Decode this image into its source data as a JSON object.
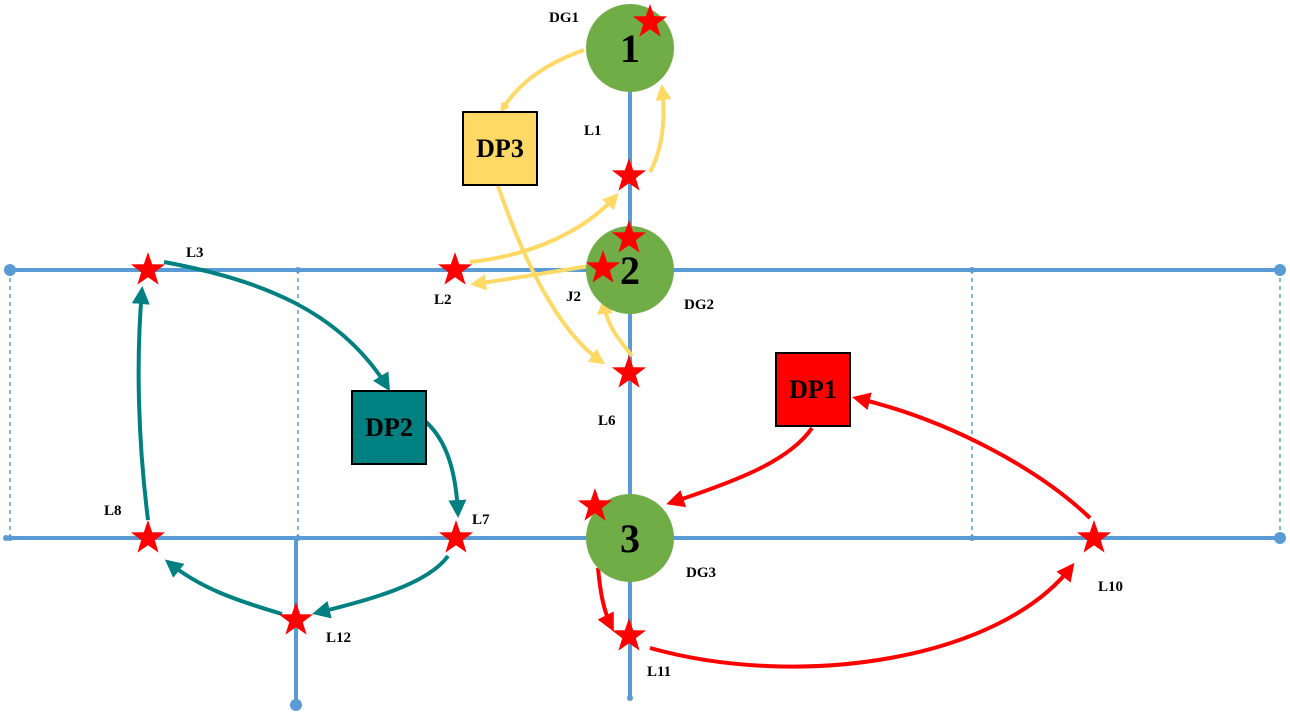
{
  "nodes": [
    {
      "id": "1",
      "label": "1",
      "gen": "DG1"
    },
    {
      "id": "2",
      "label": "2",
      "gen": "DG2"
    },
    {
      "id": "3",
      "label": "3",
      "gen": "DG3"
    }
  ],
  "dispatch_points": [
    {
      "id": "DP3",
      "label": "DP3",
      "color": "#ffd966"
    },
    {
      "id": "DP2",
      "label": "DP2",
      "color": "#008080"
    },
    {
      "id": "DP1",
      "label": "DP1",
      "color": "#ff0000"
    }
  ],
  "loads": {
    "L1": "L1",
    "L2": "L2",
    "L3": "L3",
    "L6": "L6",
    "L7": "L7",
    "L8": "L8",
    "L10": "L10",
    "L11": "L11",
    "L12": "L12",
    "J2": "J2"
  },
  "colors": {
    "line": "#5b9bd5",
    "node": "#70ad47",
    "star": "#ff0000",
    "route_dp3": "#ffd966",
    "route_dp2": "#008080",
    "route_dp1": "#ff0000"
  }
}
